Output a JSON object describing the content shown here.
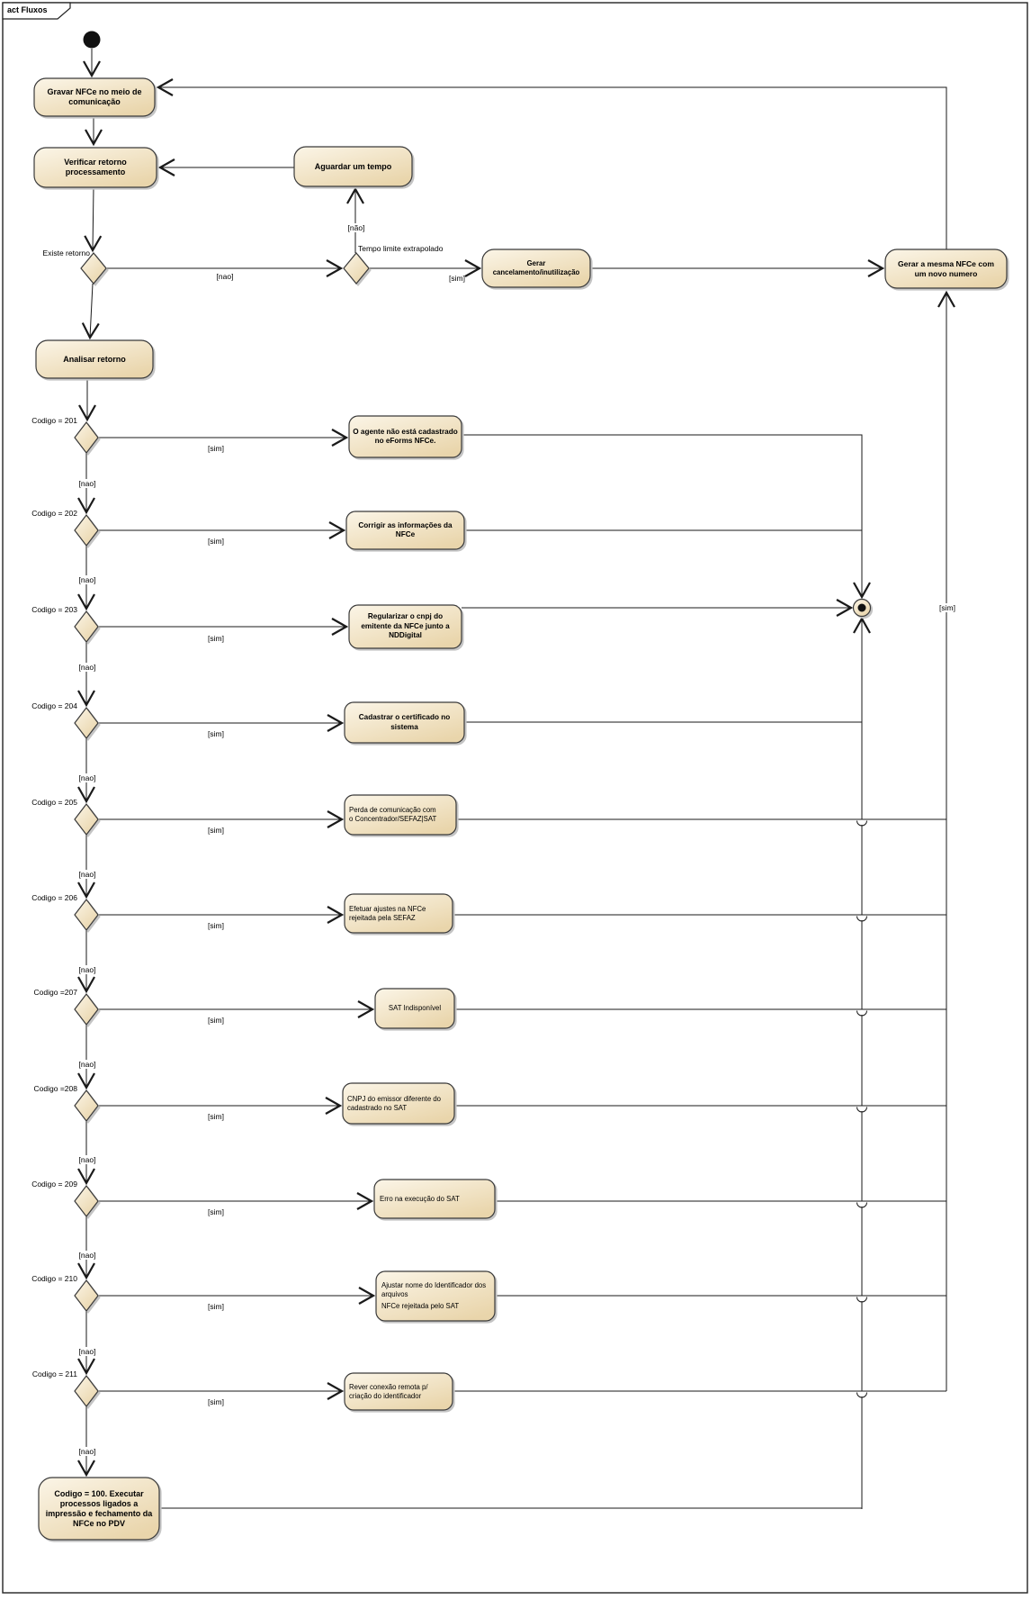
{
  "diagram_tag": "act Fluxos",
  "colors": {
    "line": "#1a1a1a",
    "border": "#3a3a3a",
    "shadow": "#c4c4c4",
    "fill_light": "#fbf5e7",
    "fill_dark": "#e9d5ab",
    "ink": "#111111"
  },
  "nodes": {
    "gravar": "Gravar NFCe no meio de comunicação",
    "verificar": "Verificar retorno processamento",
    "aguardar": "Aguardar um tempo",
    "gerar_cancelamento": "Gerar cancelamento/inutilização",
    "gerar_mesma_nfce": "Gerar a mesma NFCe com um novo numero",
    "analisar": "Analisar retorno",
    "acao_201": "O agente não está cadastrado no eForms NFCe.",
    "acao_202": "Corrigir as informações da NFCe",
    "acao_203": "Regularizar o cnpj do emitente da NFCe junto a NDDigital",
    "acao_204": "Cadastrar o certificado no sistema",
    "acao_205": "Perda de comunicação com o Concentrador/SEFAZ|SAT",
    "acao_206": "Efetuar ajustes na NFCe rejeitada pela SEFAZ",
    "acao_207": "SAT Indisponível",
    "acao_208": "CNPJ do emissor diferente do cadastrado no SAT",
    "acao_209": "Erro na execução do SAT",
    "acao_210_linha1": "Ajustar nome do Identificador dos arquivos",
    "acao_210_linha2": "NFCe rejeitada pelo SAT",
    "acao_211": "Rever conexão remota p/ criação do identificador",
    "acao_100": "Codigo = 100. Executar processos ligados a impressão e fechamento da NFCe no PDV"
  },
  "decision_labels": {
    "existe_retorno": "Existe retorno",
    "tempo_limite": "Tempo limite extrapolado",
    "c201": "Codigo = 201",
    "c202": "Codigo = 202",
    "c203": "Codigo = 203",
    "c204": "Codigo = 204",
    "c205": "Codigo = 205",
    "c206": "Codigo = 206",
    "c207": "Codigo =207",
    "c208": "Codigo =208",
    "c209": "Codigo = 209",
    "c210": "Codigo = 210",
    "c211": "Codigo = 211"
  },
  "guards": {
    "sim": "[sim]",
    "nao": "[nao]",
    "nao_tilde": "[não]"
  }
}
